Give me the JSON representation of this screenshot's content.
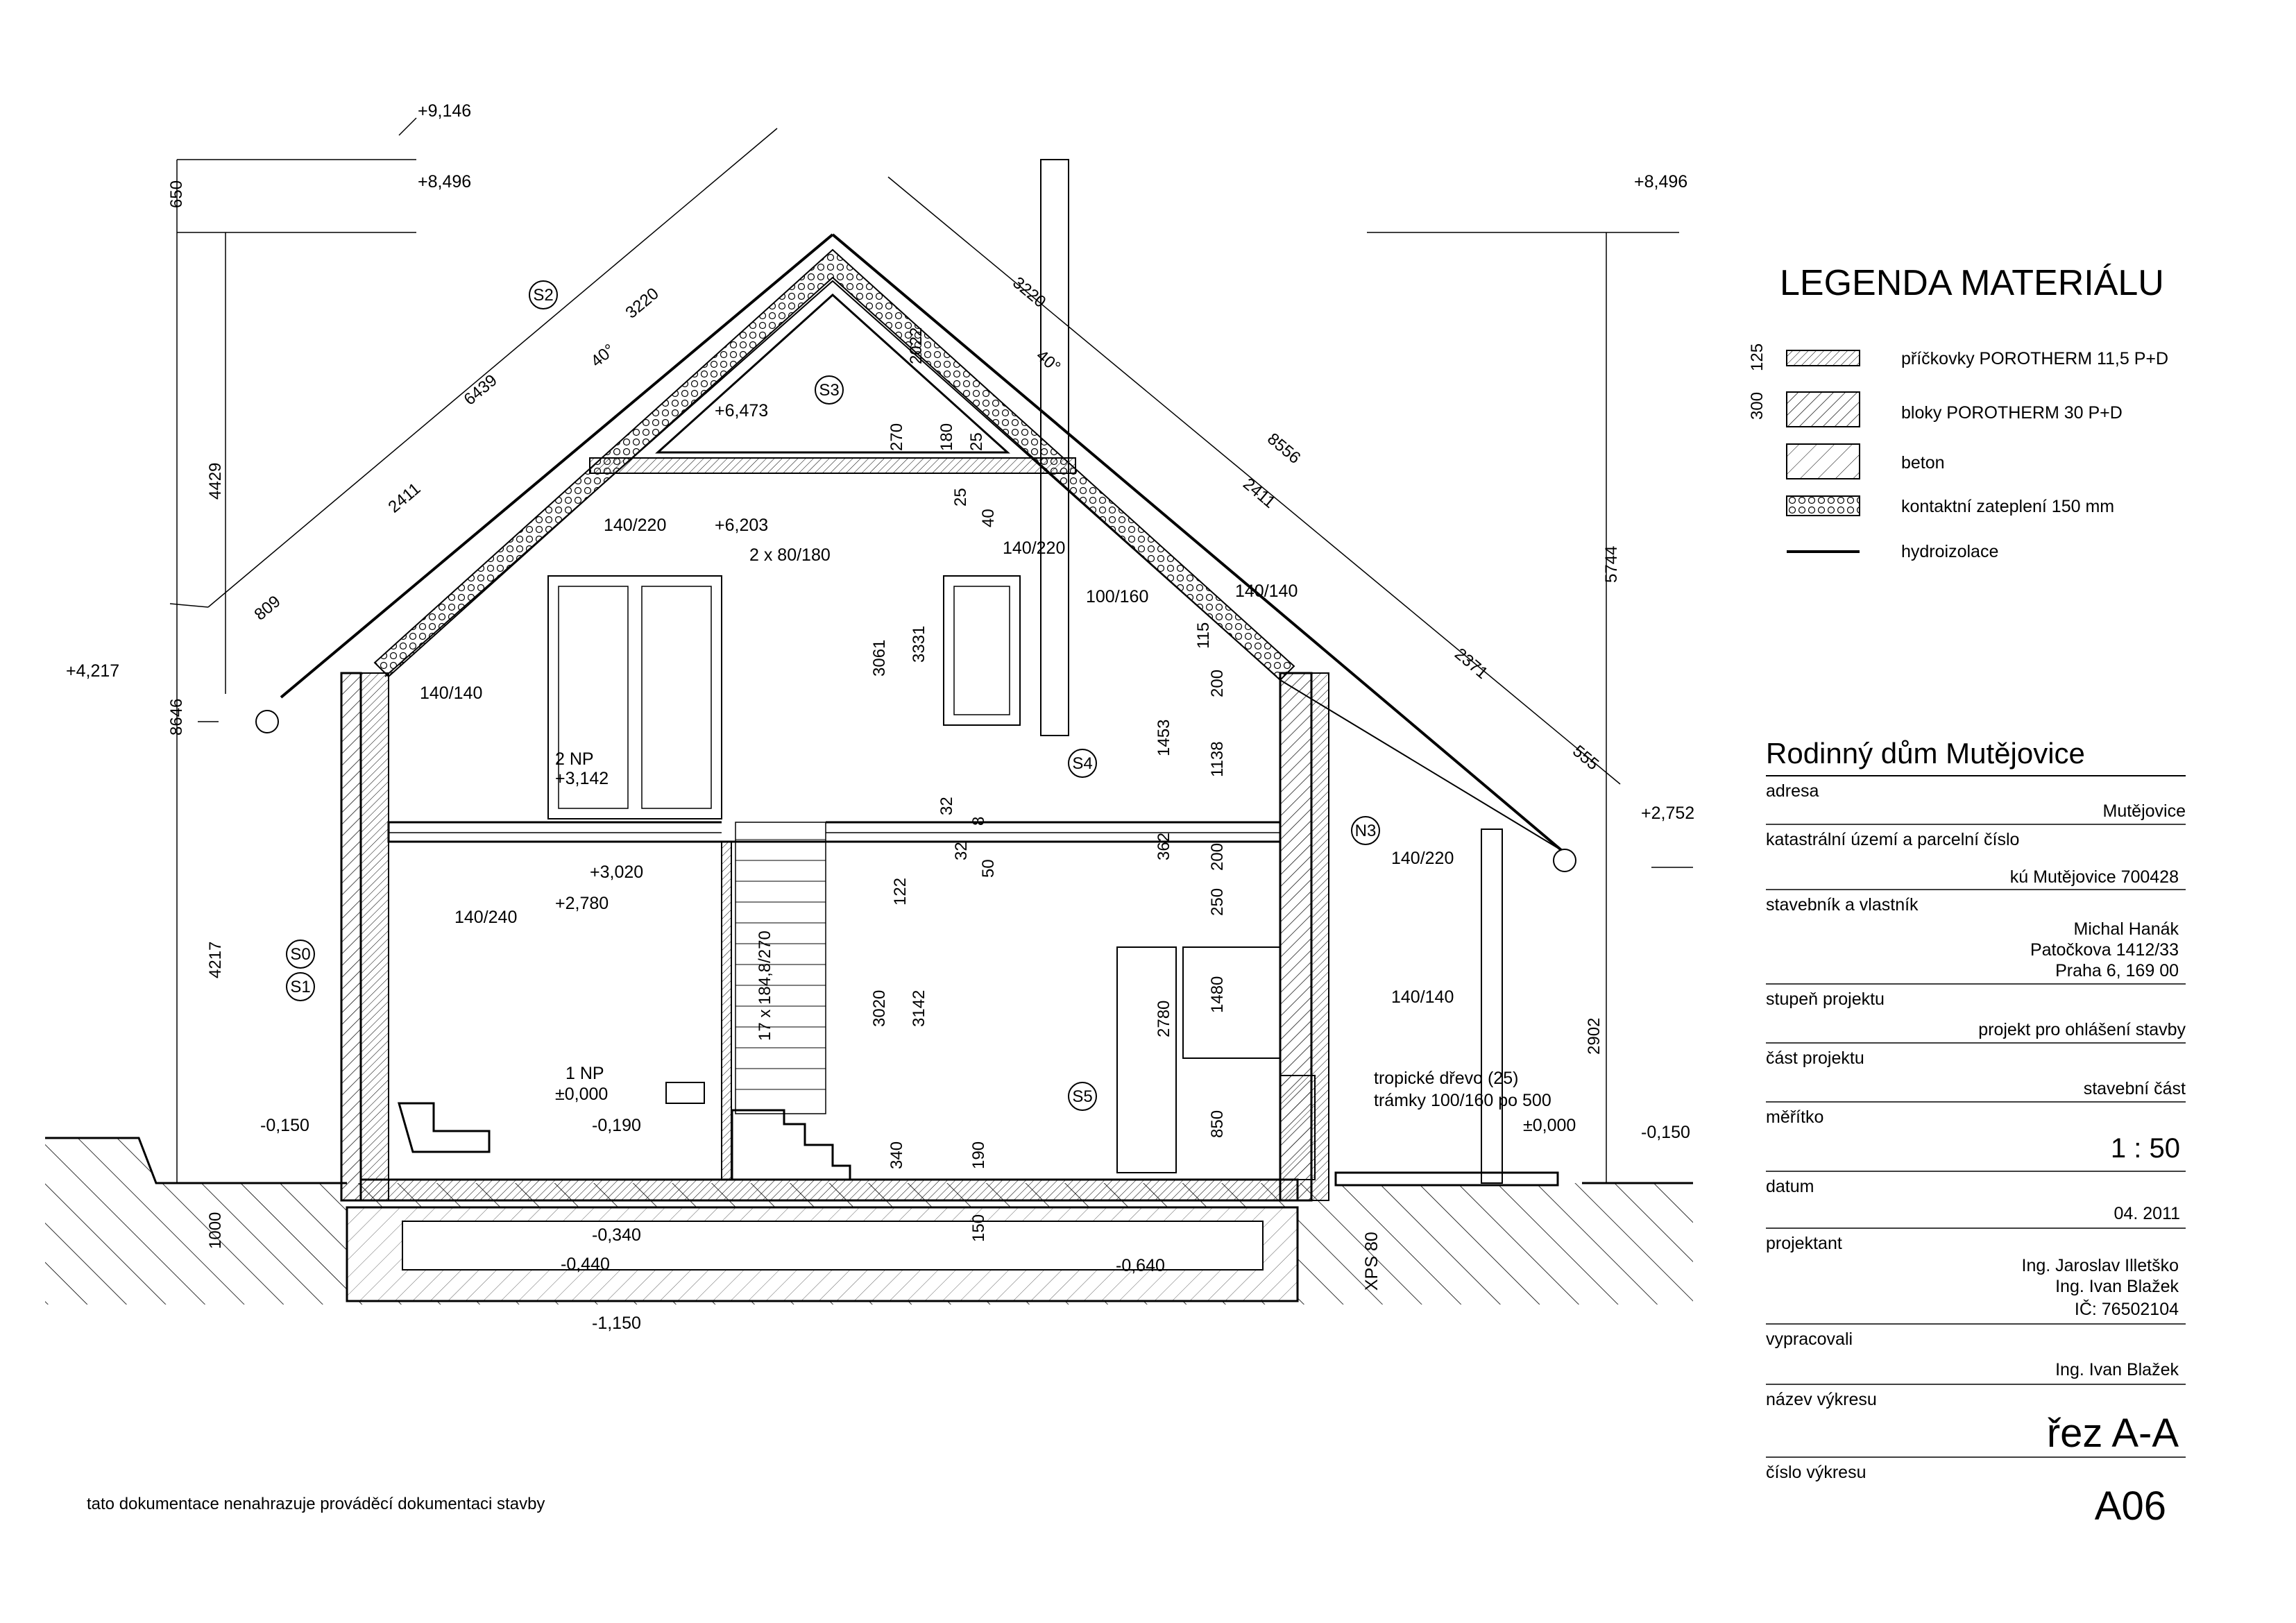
{
  "legend": {
    "title": "LEGENDA MATERIÁLU",
    "items": [
      {
        "label": "příčkovky POROTHERM 11,5 P+D",
        "dim": "125",
        "swatch": "hatch-fine"
      },
      {
        "label": "bloky POROTHERM 30 P+D",
        "dim": "300",
        "swatch": "hatch-coarse"
      },
      {
        "label": "beton",
        "swatch": "concrete"
      },
      {
        "label": "kontaktní zateplení 150 mm",
        "swatch": "insulation"
      },
      {
        "label": "hydroizolace",
        "swatch": "membrane"
      }
    ]
  },
  "title_block": {
    "project": "Rodinný dům Mutějovice",
    "rows": [
      {
        "label": "adresa",
        "value": [
          "Mutějovice"
        ]
      },
      {
        "label": "katastrální území a parcelní číslo",
        "value": [
          "kú Mutějovice 700428"
        ]
      },
      {
        "label": "stavebník a vlastník",
        "value": [
          "Michal Hanák",
          "Patočkova 1412/33",
          "Praha 6, 169 00"
        ]
      },
      {
        "label": "stupeň projektu",
        "value": [
          "projekt pro ohlášení stavby"
        ]
      },
      {
        "label": "část projektu",
        "value": [
          "stavební část"
        ]
      },
      {
        "label": "měřítko",
        "value": [
          "1 : 50"
        ]
      },
      {
        "label": "datum",
        "value": [
          "04. 2011"
        ]
      },
      {
        "label": "projektant",
        "value": [
          "Ing. Jaroslav Illetško",
          "Ing. Ivan Blažek",
          "IČ: 76502104"
        ]
      },
      {
        "label": "vypracovali",
        "value": [
          "Ing. Ivan Blažek"
        ]
      },
      {
        "label": "název výkresu",
        "value": [
          "řez A-A"
        ]
      },
      {
        "label": "číslo výkresu",
        "value": [
          "A06"
        ]
      }
    ]
  },
  "footer_note": "tato dokumentace nenahrazuje prováděcí dokumentaci stavby",
  "levels": {
    "ridge_top": "+9,146",
    "ridge": "+8,496",
    "ridge_right": "+8,496",
    "eave_left": "+4,217",
    "attic_ceiling": "+6,473",
    "attic_floor": "+6,203",
    "floor_2np": "+3,142",
    "ceiling_1np": "+3,020",
    "ceiling_1np_b": "+2,780",
    "eave_right": "+2,752",
    "floor_1np": "±0,000",
    "terrace": "±0,000",
    "terrain_left": "-0,150",
    "terrain_right": "-0,150",
    "found_a": "-0,190",
    "found_b": "-0,340",
    "found_c": "-0,440",
    "found_d": "-1,150",
    "found_e": "-0,640"
  },
  "storeys": {
    "np1": "1 NP",
    "np2": "2 NP"
  },
  "dimensions": {
    "d650": "650",
    "d4429": "4429",
    "d8646": "8646",
    "d4217": "4217",
    "d1000": "1000",
    "d6439": "6439",
    "d3220a": "3220",
    "d2411a": "2411",
    "d809": "809",
    "d3220b": "3220",
    "d8556": "8556",
    "d2411b": "2411",
    "d2371": "2371",
    "d555": "555",
    "d5744": "5744",
    "d2902": "2902",
    "d2022": "2022",
    "d270": "270",
    "d180": "180",
    "d25a": "25",
    "d25b": "25",
    "d40": "40",
    "d3061": "3061",
    "d3331": "3331",
    "d32a": "32",
    "d8": "8",
    "d32b": "32",
    "d50": "50",
    "d122": "122",
    "d3020": "3020",
    "d3142": "3142",
    "d340": "340",
    "d190": "190",
    "d150": "150",
    "d1453": "1453",
    "d115": "115",
    "d200a": "200",
    "d1138": "1138",
    "d362": "362",
    "d200b": "200",
    "d250": "250",
    "d2780": "2780",
    "d1480": "1480",
    "d850": "850",
    "stairs": "17 x 184,8/270",
    "angle_l": "40°",
    "angle_r": "40°"
  },
  "labels": {
    "beam_140_140_a": "140/140",
    "beam_140_220_a": "140/220",
    "beam_2x80": "2 x 80/180",
    "beam_140_220_b": "140/220",
    "beam_100_160": "100/160",
    "beam_140_140_b": "140/140",
    "beam_140_240": "140/240",
    "beam_140_220_c": "140/220",
    "beam_140_140_c": "140/140",
    "terrace_a": "tropické dřevo (25)",
    "terrace_b": "trámky 100/160 po 500",
    "xps": "XPS 80"
  },
  "sections": [
    "S0",
    "S1",
    "S2",
    "S3",
    "S4",
    "S5",
    "N3"
  ]
}
